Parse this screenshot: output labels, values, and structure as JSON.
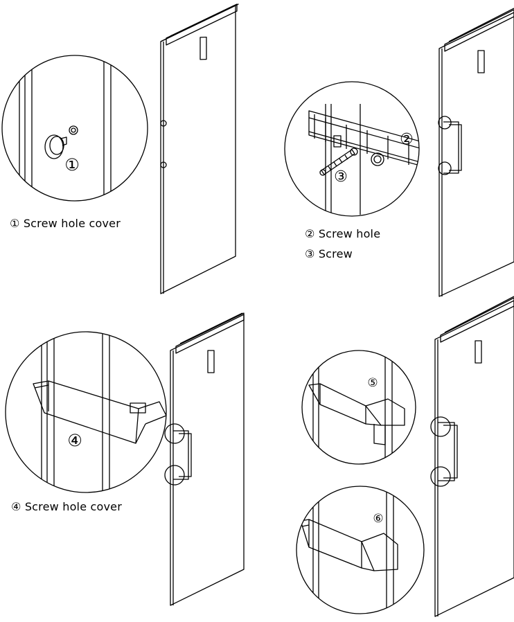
{
  "labels": {
    "cover_top": "① Screw hole  cover",
    "screw_hole": "② Screw hole",
    "screw": "③ Screw",
    "cover_bottom": "④ Screw hole cover"
  },
  "callouts": {
    "n1": "①",
    "n2": "②",
    "n3": "③",
    "n4": "④",
    "n5": "⑤",
    "n6": "⑥"
  }
}
